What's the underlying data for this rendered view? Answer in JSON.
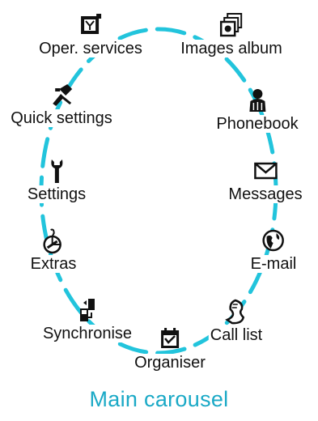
{
  "carousel": {
    "caption": "Main carousel",
    "ring_color": "#22c4dc",
    "items": [
      {
        "label": "Oper. services",
        "icon": "operator-services-icon"
      },
      {
        "label": "Images album",
        "icon": "images-album-icon"
      },
      {
        "label": "Quick settings",
        "icon": "quick-settings-icon"
      },
      {
        "label": "Phonebook",
        "icon": "phonebook-icon"
      },
      {
        "label": "Settings",
        "icon": "settings-wrench-icon"
      },
      {
        "label": "Messages",
        "icon": "envelope-icon"
      },
      {
        "label": "Extras",
        "icon": "extras-icon"
      },
      {
        "label": "E-mail",
        "icon": "globe-icon"
      },
      {
        "label": "Synchronise",
        "icon": "synchronise-icon"
      },
      {
        "label": "Call list",
        "icon": "call-list-icon"
      },
      {
        "label": "Organiser",
        "icon": "organiser-icon"
      }
    ]
  }
}
